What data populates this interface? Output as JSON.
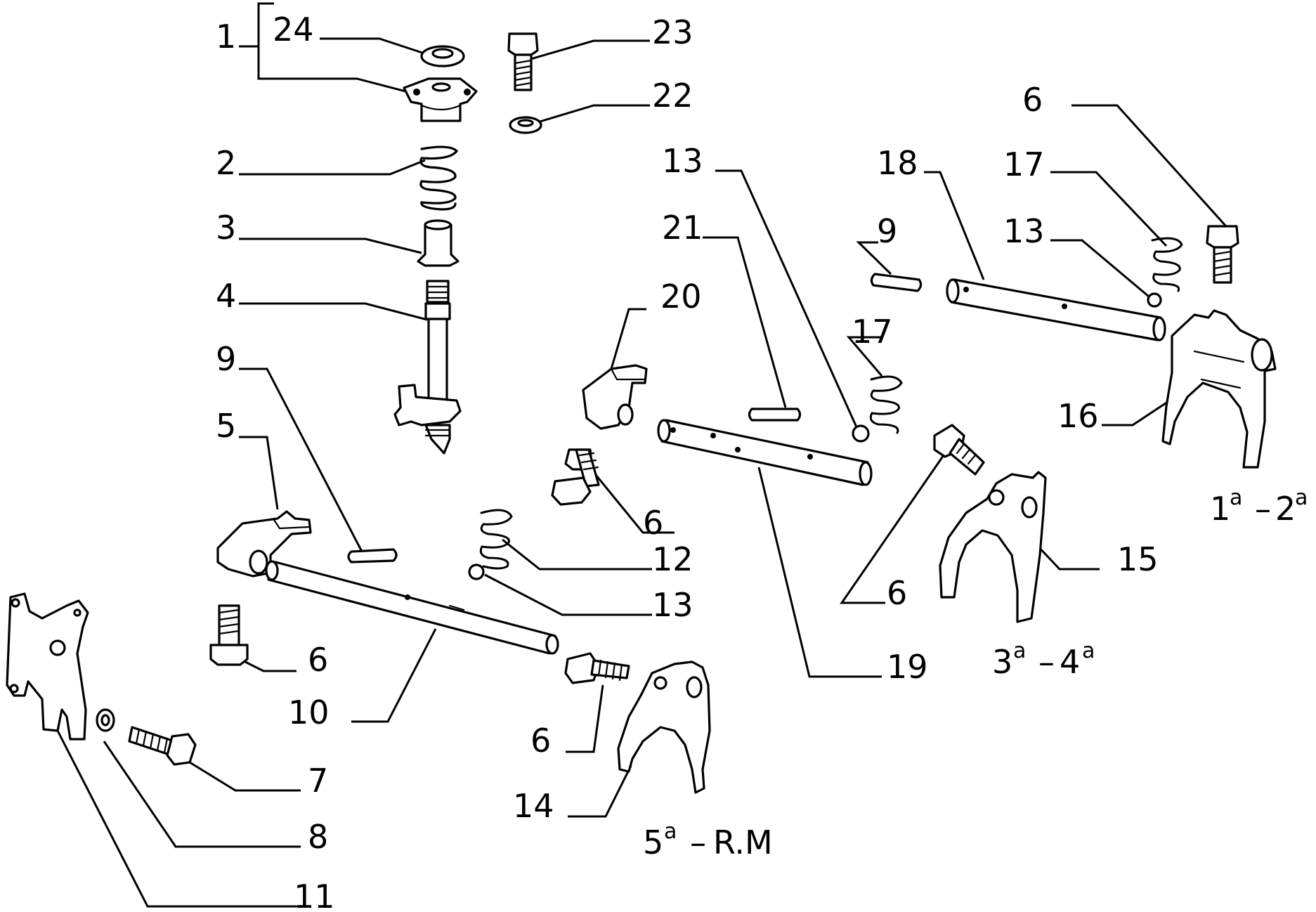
{
  "callouts": {
    "c1": "1",
    "c2": "2",
    "c3": "3",
    "c4": "4",
    "c5": "5",
    "c6": "6",
    "c7": "7",
    "c8": "8",
    "c9": "9",
    "c10": "10",
    "c11": "11",
    "c12": "12",
    "c13": "13",
    "c14": "14",
    "c15": "15",
    "c16": "16",
    "c17": "17",
    "c18": "18",
    "c19": "19",
    "c20": "20",
    "c21": "21",
    "c22": "22",
    "c23": "23",
    "c24": "24"
  },
  "gear_labels": {
    "g12_a": "1",
    "g12_a_sup": "a",
    "g12_b": "2",
    "g12_b_sup": "a",
    "g34_a": "3",
    "g34_a_sup": "a",
    "g34_b": "4",
    "g34_b_sup": "a",
    "g5r_a": "5",
    "g5r_a_sup": "a",
    "g5r_b": "R.M"
  }
}
